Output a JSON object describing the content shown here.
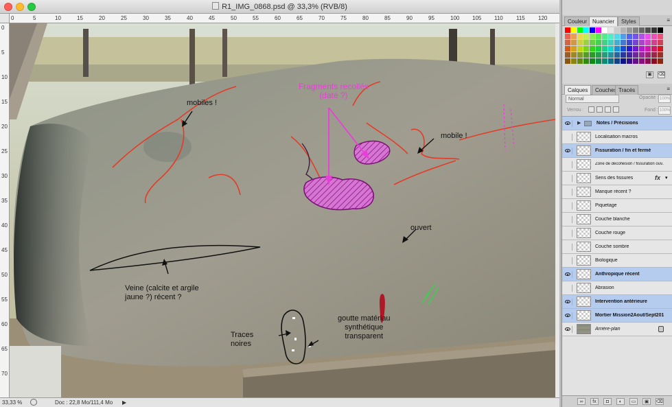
{
  "document": {
    "title": "R1_IMG_0868.psd @ 33,3% (RVB/8)",
    "zoom": "33,33 %",
    "doc_size": "Doc : 22,8 Mo/111,4 Mo"
  },
  "ruler": {
    "h_ticks": [
      "0",
      "5",
      "10",
      "15",
      "20",
      "25",
      "30",
      "35",
      "40",
      "45",
      "50",
      "55",
      "60",
      "65",
      "70",
      "75",
      "80",
      "85",
      "90",
      "95",
      "100",
      "105",
      "110",
      "115",
      "120"
    ],
    "v_ticks": [
      "0",
      "5",
      "10",
      "15",
      "20",
      "25",
      "30",
      "35",
      "40",
      "45",
      "50",
      "55",
      "60",
      "65",
      "70"
    ]
  },
  "annotations": {
    "mobiles": "mobiles !",
    "fragments_line1": "Fragments recollés",
    "fragments_line2": "(daté ?)",
    "mobile": "mobile !",
    "ouvert": "ouvert",
    "veine_line1": "Veine (calcite et argile",
    "veine_line2": "jaune ?) récent ?",
    "traces_line1": "Traces",
    "traces_line2": "noires",
    "goutte_line1": "goutte matériau",
    "goutte_line2": "synthétique",
    "goutte_line3": "transparent"
  },
  "swatches_panel": {
    "tabs": [
      "Couleur",
      "Nuancier",
      "Styles"
    ],
    "active_tab": "Nuancier",
    "colors": [
      "#ff0000",
      "#ffff00",
      "#00ff00",
      "#00ffff",
      "#0000ff",
      "#ff00ff",
      "#ffffff",
      "#e6e6e6",
      "#cccccc",
      "#b3b3b3",
      "#999999",
      "#808080",
      "#666666",
      "#4d4d4d",
      "#333333",
      "#000000"
    ]
  },
  "layers_panel": {
    "tabs": [
      "Calques",
      "Couches",
      "Tracés"
    ],
    "active_tab": "Calques",
    "blend_mode": "Normal",
    "opacity_label": "Opacité :",
    "opacity_value": "100%",
    "lock_label": "Verrou :",
    "fill_label": "Fond :",
    "fill_value": "100%",
    "layers": [
      {
        "name": "Notes / Précisions",
        "visible": true,
        "selected": true,
        "bold": true,
        "group": true
      },
      {
        "name": "Localisation macros",
        "visible": false,
        "selected": false,
        "bold": false
      },
      {
        "name": "Fissuration / fin et fermé",
        "visible": true,
        "selected": true,
        "bold": true
      },
      {
        "name": "Zone de décohésion / fissuration ouv...",
        "visible": false,
        "selected": false,
        "bold": false,
        "small": true
      },
      {
        "name": "Sens des fissures",
        "visible": false,
        "selected": false,
        "bold": false,
        "fx": true
      },
      {
        "name": "Manque récent ?",
        "visible": false,
        "selected": false,
        "bold": false
      },
      {
        "name": "Piquetage",
        "visible": false,
        "selected": false,
        "bold": false
      },
      {
        "name": "Couche blanche",
        "visible": false,
        "selected": false,
        "bold": false
      },
      {
        "name": "Couche rouge",
        "visible": false,
        "selected": false,
        "bold": false
      },
      {
        "name": "Couche sombre",
        "visible": false,
        "selected": false,
        "bold": false
      },
      {
        "name": "Biologique",
        "visible": false,
        "selected": false,
        "bold": false
      },
      {
        "name": "Anthropique récent",
        "visible": true,
        "selected": true,
        "bold": true
      },
      {
        "name": "Abrasion",
        "visible": false,
        "selected": false,
        "bold": false
      },
      {
        "name": "Intervention antérieure",
        "visible": true,
        "selected": true,
        "bold": true
      },
      {
        "name": "Mortier Mission2Aout/Sept2013",
        "visible": true,
        "selected": true,
        "bold": true
      },
      {
        "name": "Arrière-plan",
        "visible": true,
        "selected": false,
        "bold": false,
        "italic": true,
        "background": true
      }
    ],
    "footer_icons": [
      "link-icon",
      "fx-icon",
      "mask-icon",
      "adjustment-icon",
      "folder-icon",
      "new-layer-icon",
      "trash-icon"
    ]
  }
}
